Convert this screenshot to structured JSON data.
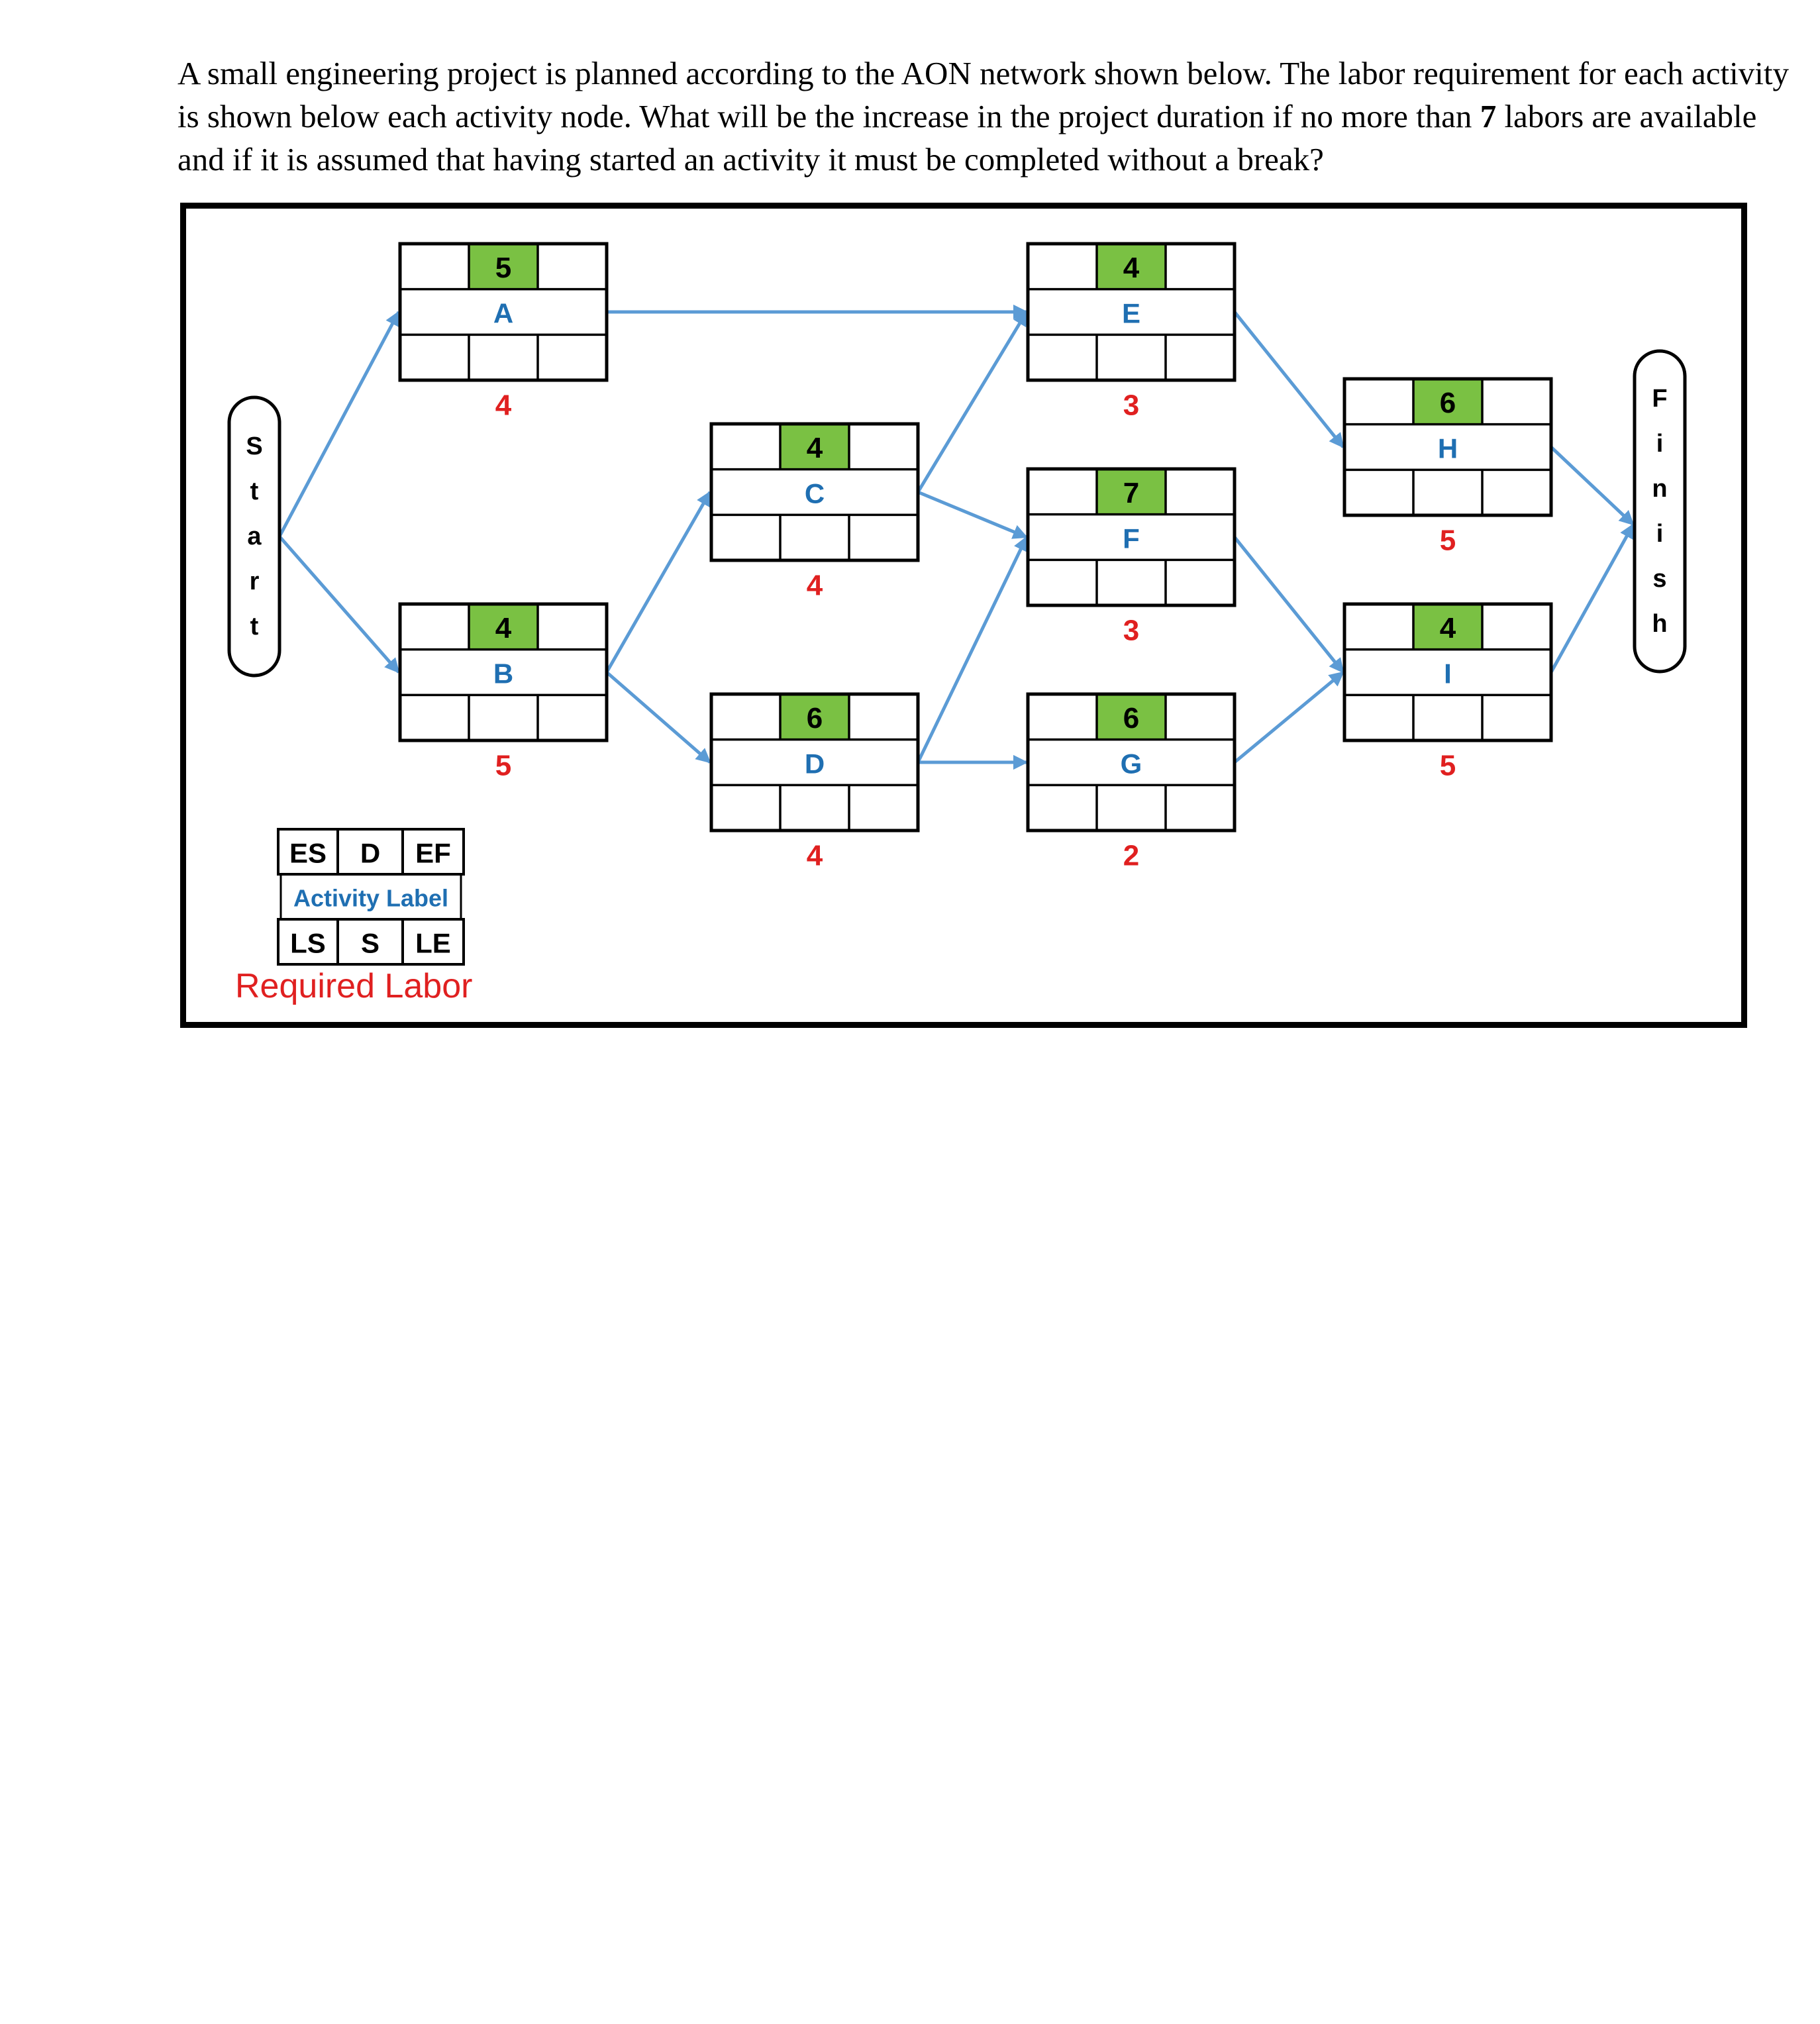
{
  "question": {
    "part1": "A small engineering project is planned according to the AON network shown below. The labor requirement for each activity is shown below each activity node. What will be the increase in the project duration if no more than ",
    "labor_limit": "7",
    "part2": " labors are available and if it is assumed that having started an activity it must be completed without a break?"
  },
  "network": {
    "start_label": "Start",
    "finish_label": "Finish",
    "activities": [
      {
        "label": "A",
        "duration": "5",
        "labor": "4"
      },
      {
        "label": "B",
        "duration": "4",
        "labor": "5"
      },
      {
        "label": "C",
        "duration": "4",
        "labor": "4"
      },
      {
        "label": "D",
        "duration": "6",
        "labor": "4"
      },
      {
        "label": "E",
        "duration": "4",
        "labor": "3"
      },
      {
        "label": "F",
        "duration": "7",
        "labor": "3"
      },
      {
        "label": "G",
        "duration": "6",
        "labor": "2"
      },
      {
        "label": "H",
        "duration": "6",
        "labor": "5"
      },
      {
        "label": "I",
        "duration": "4",
        "labor": "5"
      }
    ],
    "links": [
      [
        "Start",
        "A"
      ],
      [
        "Start",
        "B"
      ],
      [
        "A",
        "E"
      ],
      [
        "B",
        "C"
      ],
      [
        "B",
        "D"
      ],
      [
        "C",
        "E"
      ],
      [
        "C",
        "F"
      ],
      [
        "D",
        "F"
      ],
      [
        "D",
        "G"
      ],
      [
        "E",
        "H"
      ],
      [
        "F",
        "I"
      ],
      [
        "G",
        "I"
      ],
      [
        "H",
        "Finish"
      ],
      [
        "I",
        "Finish"
      ]
    ]
  },
  "legend": {
    "es": "ES",
    "d": "D",
    "ef": "EF",
    "activity_label": "Activity Label",
    "ls": "LS",
    "s": "S",
    "le": "LE",
    "required_labor": "Required Labor"
  },
  "colors": {
    "duration_fill": "#7AC143",
    "label_text": "#1F6FB2",
    "labor_text": "#E02020",
    "arrow": "#5B9BD5"
  }
}
